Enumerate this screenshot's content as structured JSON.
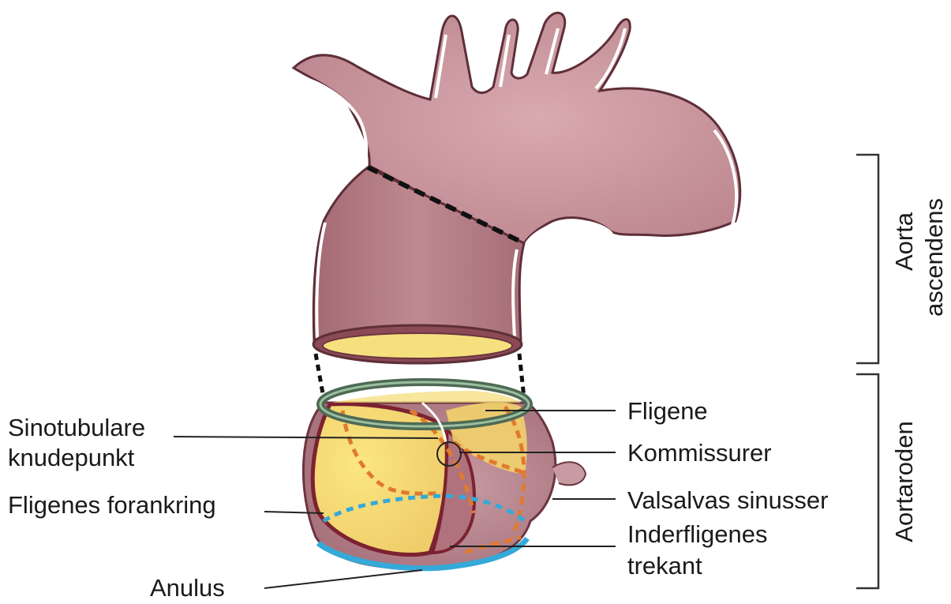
{
  "labels": {
    "sinotubular_line1": "Sinotubulare",
    "sinotubular_line2": "knudepunkt",
    "fligenes_forankring": "Fligenes forankring",
    "anulus": "Anulus",
    "fligene": "Fligene",
    "kommissurer": "Kommissurer",
    "valsalvas_sinusser": "Valsalvas sinusser",
    "inderfligenes_line1": "Inderfligenes",
    "inderfligenes_line2": "trekant"
  },
  "brackets": {
    "aorta_line1": "Aorta",
    "aorta_line2": "ascendens",
    "aortaroden": "Aortaroden"
  },
  "colors": {
    "aorta_fill": "#c48e96",
    "aorta_wall": "#7a3c48",
    "leaflet_fill": "#f5dc74",
    "ring_green": "#5f7f66",
    "orange_dash": "#e07a2e",
    "blue_dash": "#35a9d8"
  }
}
